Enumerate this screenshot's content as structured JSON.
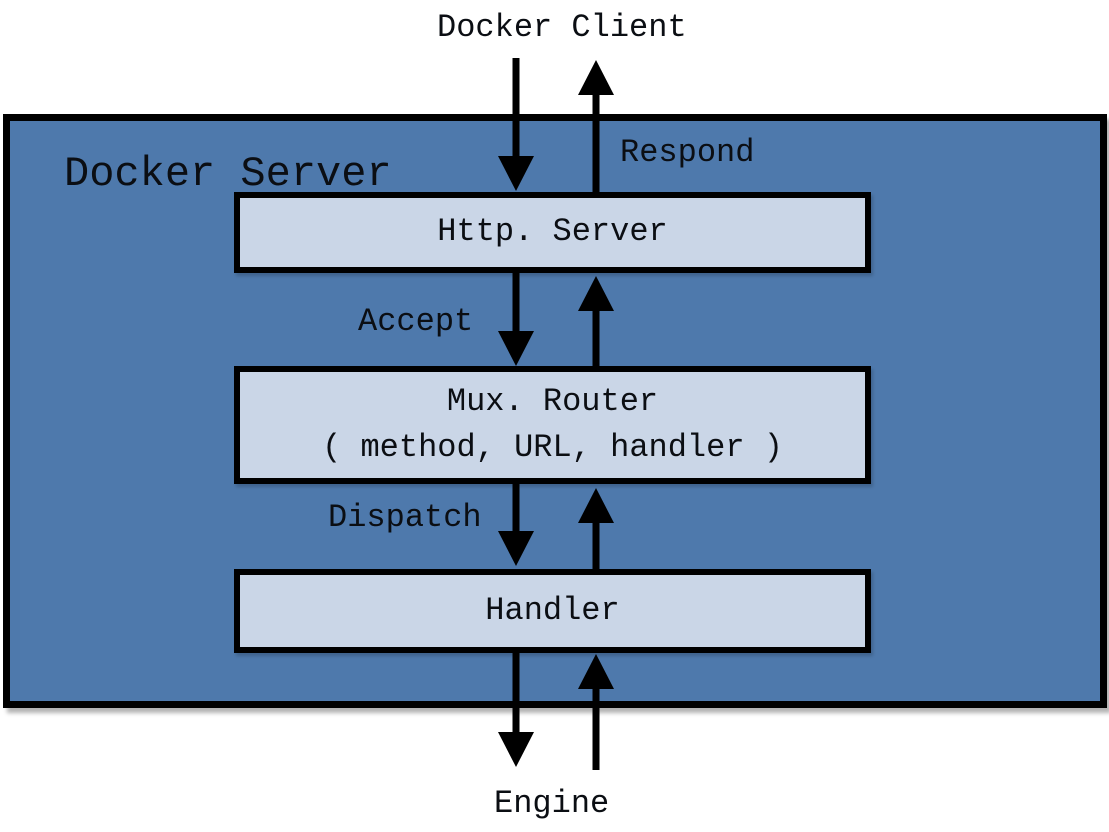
{
  "diagram": {
    "external_nodes": {
      "client": "Docker Client",
      "engine": "Engine"
    },
    "container": {
      "label": "Docker Server"
    },
    "nodes": {
      "http_server": {
        "label": "Http. Server"
      },
      "mux_router": {
        "line1": "Mux. Router",
        "line2": "( method, URL, handler )"
      },
      "handler": {
        "label": "Handler"
      }
    },
    "edge_labels": {
      "respond": "Respond",
      "accept": "Accept",
      "dispatch": "Dispatch"
    },
    "colors": {
      "container_fill": "#4E79AC",
      "node_fill": "#CAD6E7",
      "border": "#000000",
      "arrow": "#000000",
      "text": "#0B0E13",
      "background": "#FFFFFF"
    }
  }
}
